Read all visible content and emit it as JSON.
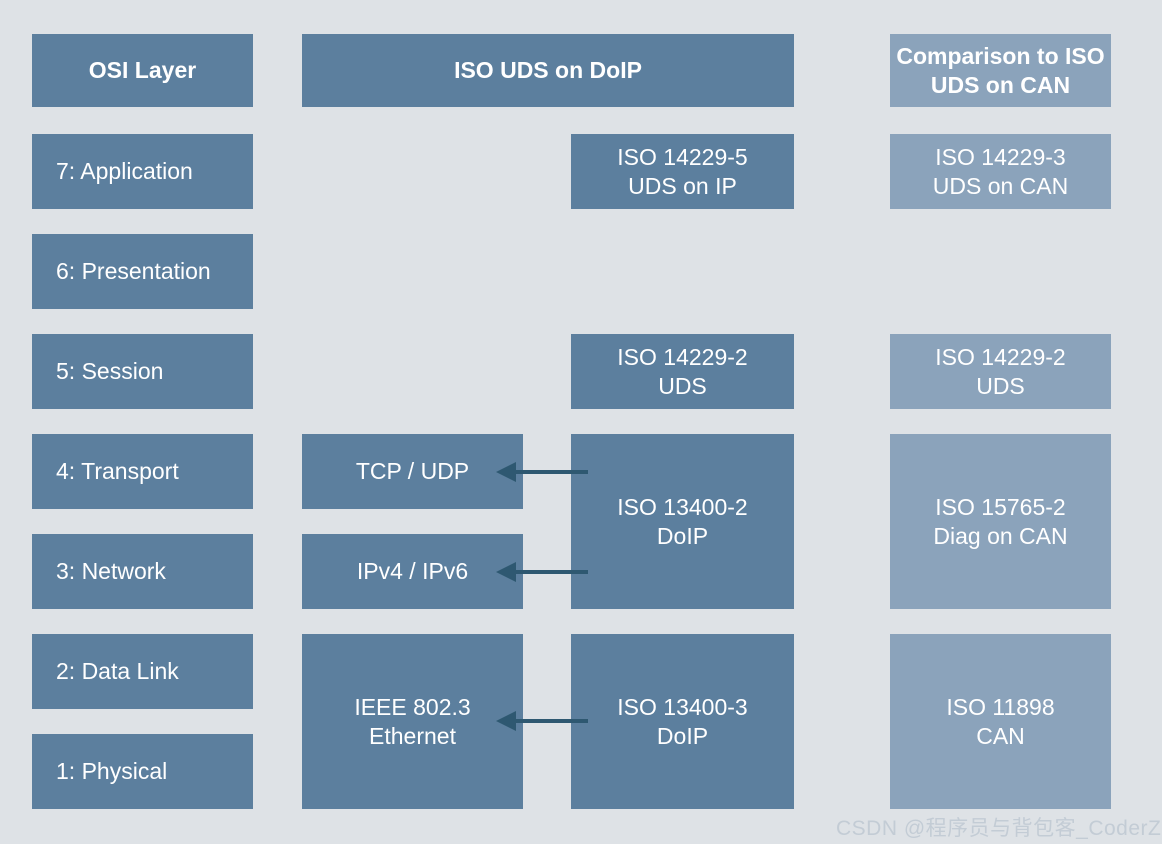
{
  "colors": {
    "background": "#dee2e6",
    "box_dark": "#5c7f9e",
    "box_light": "#8ba3bb",
    "arrow": "#2e5871",
    "text": "#ffffff",
    "watermark": "#c3ccd5"
  },
  "headers": {
    "osi": "OSI Layer",
    "doip": "ISO UDS on DoIP",
    "can": "Comparison to ISO\nUDS on CAN"
  },
  "osi_layers": [
    {
      "label": "7: Application"
    },
    {
      "label": "6: Presentation"
    },
    {
      "label": "5: Session"
    },
    {
      "label": "4: Transport"
    },
    {
      "label": "3: Network"
    },
    {
      "label": "2: Data Link"
    },
    {
      "label": "1: Physical"
    }
  ],
  "doip_column": {
    "uds_on_ip": "ISO 14229-5\nUDS on IP",
    "uds": "ISO 14229-2\nUDS",
    "doip_2": "ISO 13400-2\nDoIP",
    "doip_3": "ISO 13400-3\nDoIP",
    "tcp_udp": "TCP / UDP",
    "ipv4_ipv6": "IPv4 / IPv6",
    "ethernet": "IEEE 802.3\nEthernet"
  },
  "can_column": {
    "uds_on_can": "ISO 14229-3\nUDS on CAN",
    "uds": "ISO 14229-2\nUDS",
    "diag_on_can": "ISO 15765-2\nDiag on CAN",
    "can": "ISO 11898\nCAN"
  },
  "watermark": "CSDN @程序员与背包客_CoderZ"
}
